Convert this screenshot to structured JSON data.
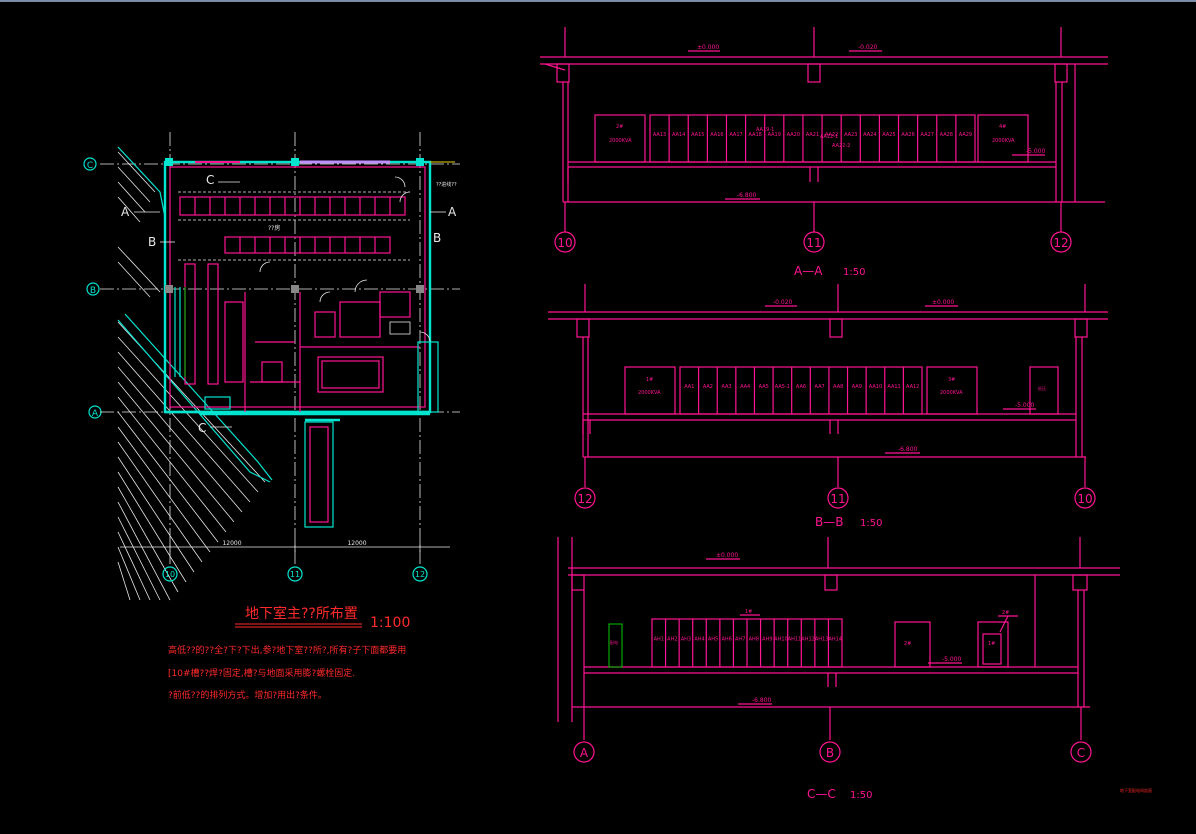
{
  "plan": {
    "title": "地下室主??所布置",
    "scale": "1:100",
    "notes": [
      "高低??的??全?下?下出,参?地下室??所?,所有?子下面都要用",
      "[10#槽??焊?固定,槽?与地面采用膨?螺栓固定.",
      "?前低??的排列方式。增加?用出?条件。"
    ],
    "grid_rows": [
      "C",
      "B",
      "A"
    ],
    "grid_cols": [
      "10",
      "11",
      "12"
    ],
    "section_marks": [
      "A",
      "A",
      "B",
      "B",
      "C",
      "C"
    ],
    "dims": [
      "12000",
      "12000"
    ],
    "room_label": "??房",
    "side_note": "??进线??"
  },
  "sections": {
    "aa": {
      "title": "A—A",
      "scale": "1:50",
      "levels": [
        "±0.000",
        "-0.020",
        "-5.000",
        "-6.800"
      ],
      "axes": [
        "10",
        "11",
        "12"
      ],
      "trans_left": [
        "2#",
        "2000KVA"
      ],
      "trans_right": [
        "4#",
        "2000KVA"
      ],
      "panels": [
        "AA13",
        "AA14",
        "AA15",
        "AA16",
        "AA17",
        "AA18",
        "AA19",
        "AA20",
        "AA21",
        "AA22",
        "AA23",
        "AA24",
        "AA25",
        "AA26",
        "AA27",
        "AA28",
        "AA29"
      ],
      "extra_labels": [
        "AA19-1",
        "AA22-1",
        "AA22-2"
      ]
    },
    "bb": {
      "title": "B—B",
      "scale": "1:50",
      "levels": [
        "-0.020",
        "±0.000",
        "-5.000",
        "-6.800"
      ],
      "axes": [
        "12",
        "11",
        "10"
      ],
      "trans_left": [
        "1#",
        "2000KVA"
      ],
      "trans_right": [
        "3#",
        "2000KVA"
      ],
      "panels": [
        "AA1",
        "AA2",
        "AA3",
        "AA4",
        "AA5",
        "AA5-1",
        "AA6",
        "AA7",
        "AA8",
        "AA9",
        "AA10",
        "AA11",
        "AA12"
      ],
      "box_label": "低压"
    },
    "cc": {
      "title": "C—C",
      "scale": "1:50",
      "levels": [
        "±0.000",
        "-5.000",
        "-6.800"
      ],
      "axes": [
        "A",
        "B",
        "C"
      ],
      "panels": [
        "AH1",
        "AH2",
        "AH3",
        "AH4",
        "AH5",
        "AH6",
        "AH7",
        "AH8",
        "AH9",
        "AH10",
        "AH11",
        "AH12",
        "AH13",
        "AH14"
      ],
      "labels": [
        "1#",
        "2#",
        "2#",
        "1#",
        "配电"
      ]
    }
  },
  "footer_tag": "地下室配电间剖面"
}
